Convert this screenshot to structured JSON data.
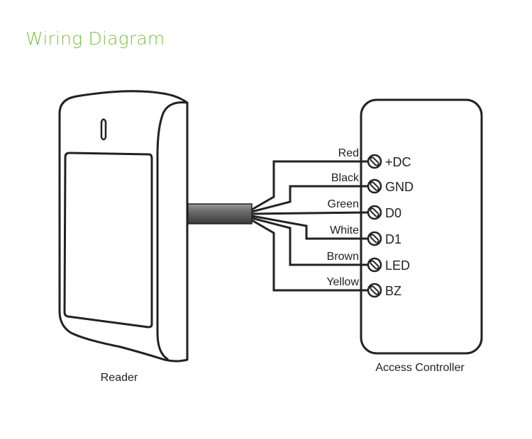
{
  "title": "Wiring Diagram",
  "colors": {
    "title": "#7cc242",
    "stroke": "#222222"
  },
  "devices": {
    "reader": {
      "label": "Reader"
    },
    "controller": {
      "label": "Access Controller"
    }
  },
  "connections": [
    {
      "wire": "Red",
      "terminal": "+DC"
    },
    {
      "wire": "Black",
      "terminal": "GND"
    },
    {
      "wire": "Green",
      "terminal": "D0"
    },
    {
      "wire": "White",
      "terminal": "D1"
    },
    {
      "wire": "Brown",
      "terminal": "LED"
    },
    {
      "wire": "Yellow",
      "terminal": "BZ"
    }
  ]
}
